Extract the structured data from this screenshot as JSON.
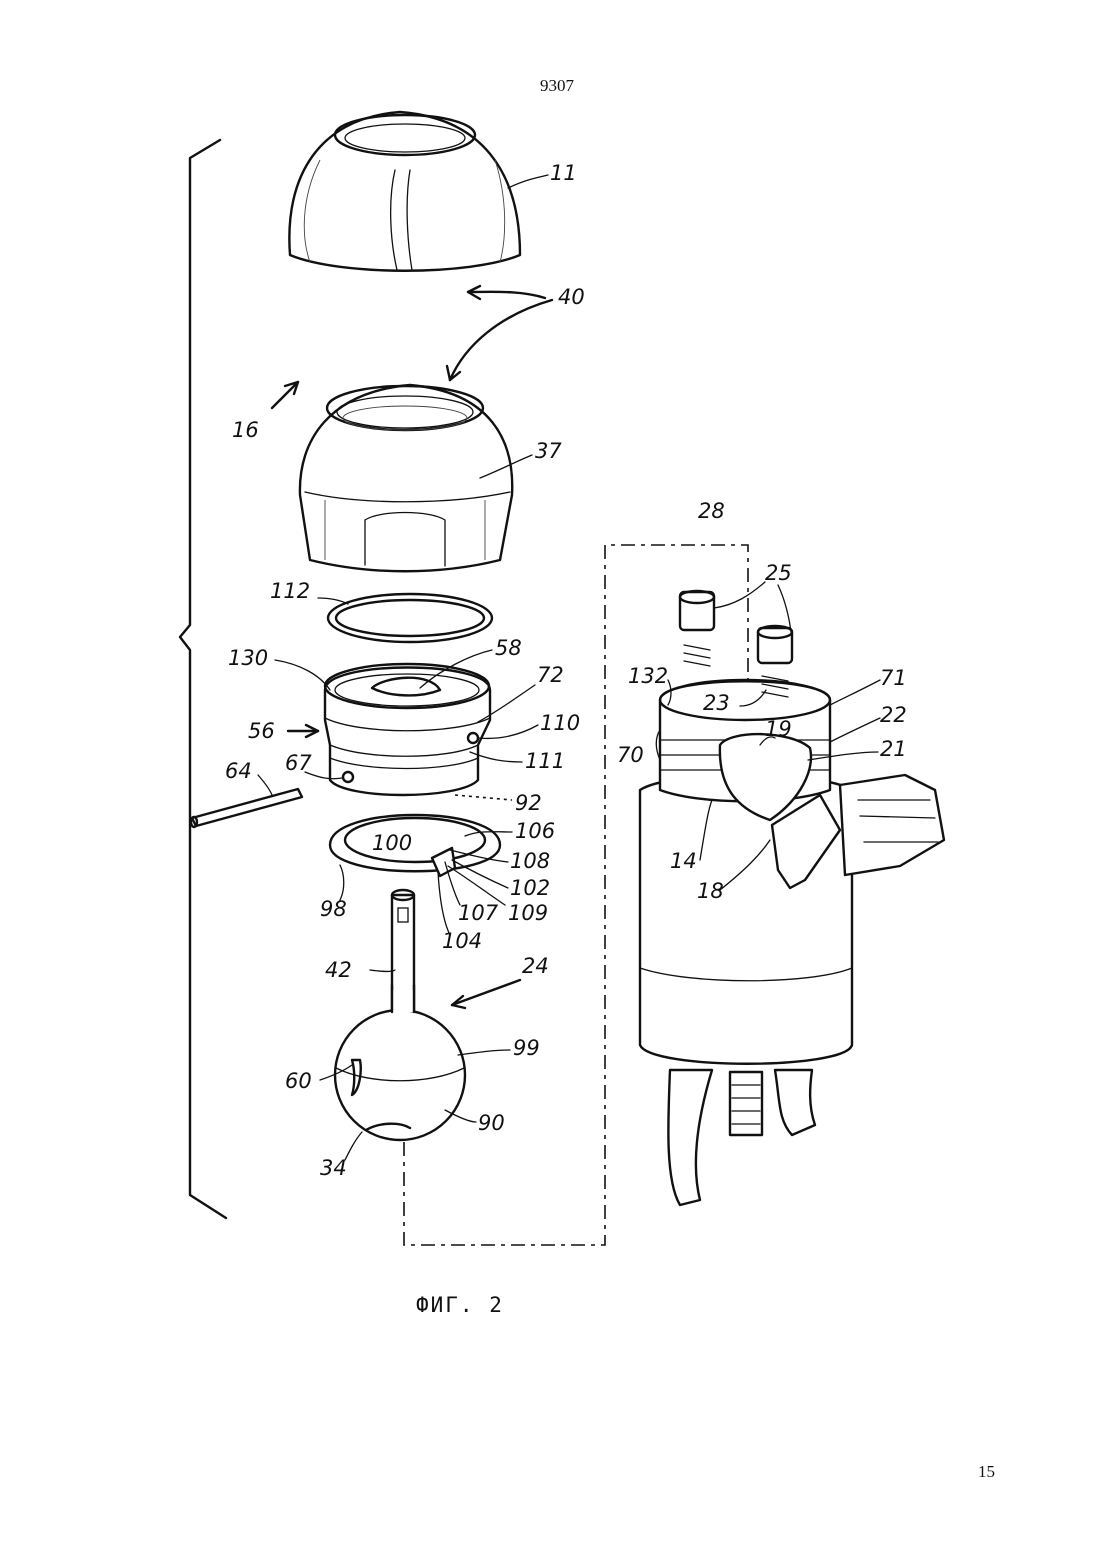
{
  "document": {
    "number": "9307",
    "page": "15",
    "caption": "ФИГ. 2"
  },
  "labels": {
    "l11": "11",
    "l40": "40",
    "l16": "16",
    "l37": "37",
    "l112": "112",
    "l58": "58",
    "l130": "130",
    "l72": "72",
    "l56": "56",
    "l110": "110",
    "l111": "111",
    "l67": "67",
    "l64": "64",
    "l92": "92",
    "l106": "106",
    "l100": "100",
    "l108": "108",
    "l102": "102",
    "l98": "98",
    "l107": "107",
    "l109": "109",
    "l104": "104",
    "l24": "24",
    "l42": "42",
    "l99": "99",
    "l60": "60",
    "l90": "90",
    "l34": "34",
    "l28": "28",
    "l25": "25",
    "l132": "132",
    "l71": "71",
    "l23": "23",
    "l22": "22",
    "l19": "19",
    "l70": "70",
    "l21": "21",
    "l14": "14",
    "l18": "18"
  }
}
